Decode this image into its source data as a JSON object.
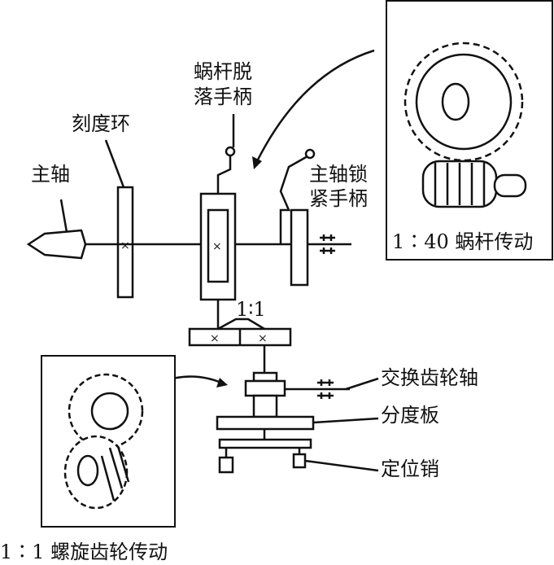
{
  "labels": {
    "spindle": "主轴",
    "dial_ring": "刻度环",
    "worm_release_handle_1": "蜗杆脱",
    "worm_release_handle_2": "落手柄",
    "spindle_lock_handle_1": "主轴锁",
    "spindle_lock_handle_2": "紧手柄",
    "worm_drive_caption": "1∶40 蜗杆传动",
    "gear_ratio": "1∶1",
    "change_gear_shaft": "交换齿轮轴",
    "index_plate": "分度板",
    "locating_pin": "定位销",
    "helical_drive_caption": "1∶1 螺旋齿轮传动"
  }
}
